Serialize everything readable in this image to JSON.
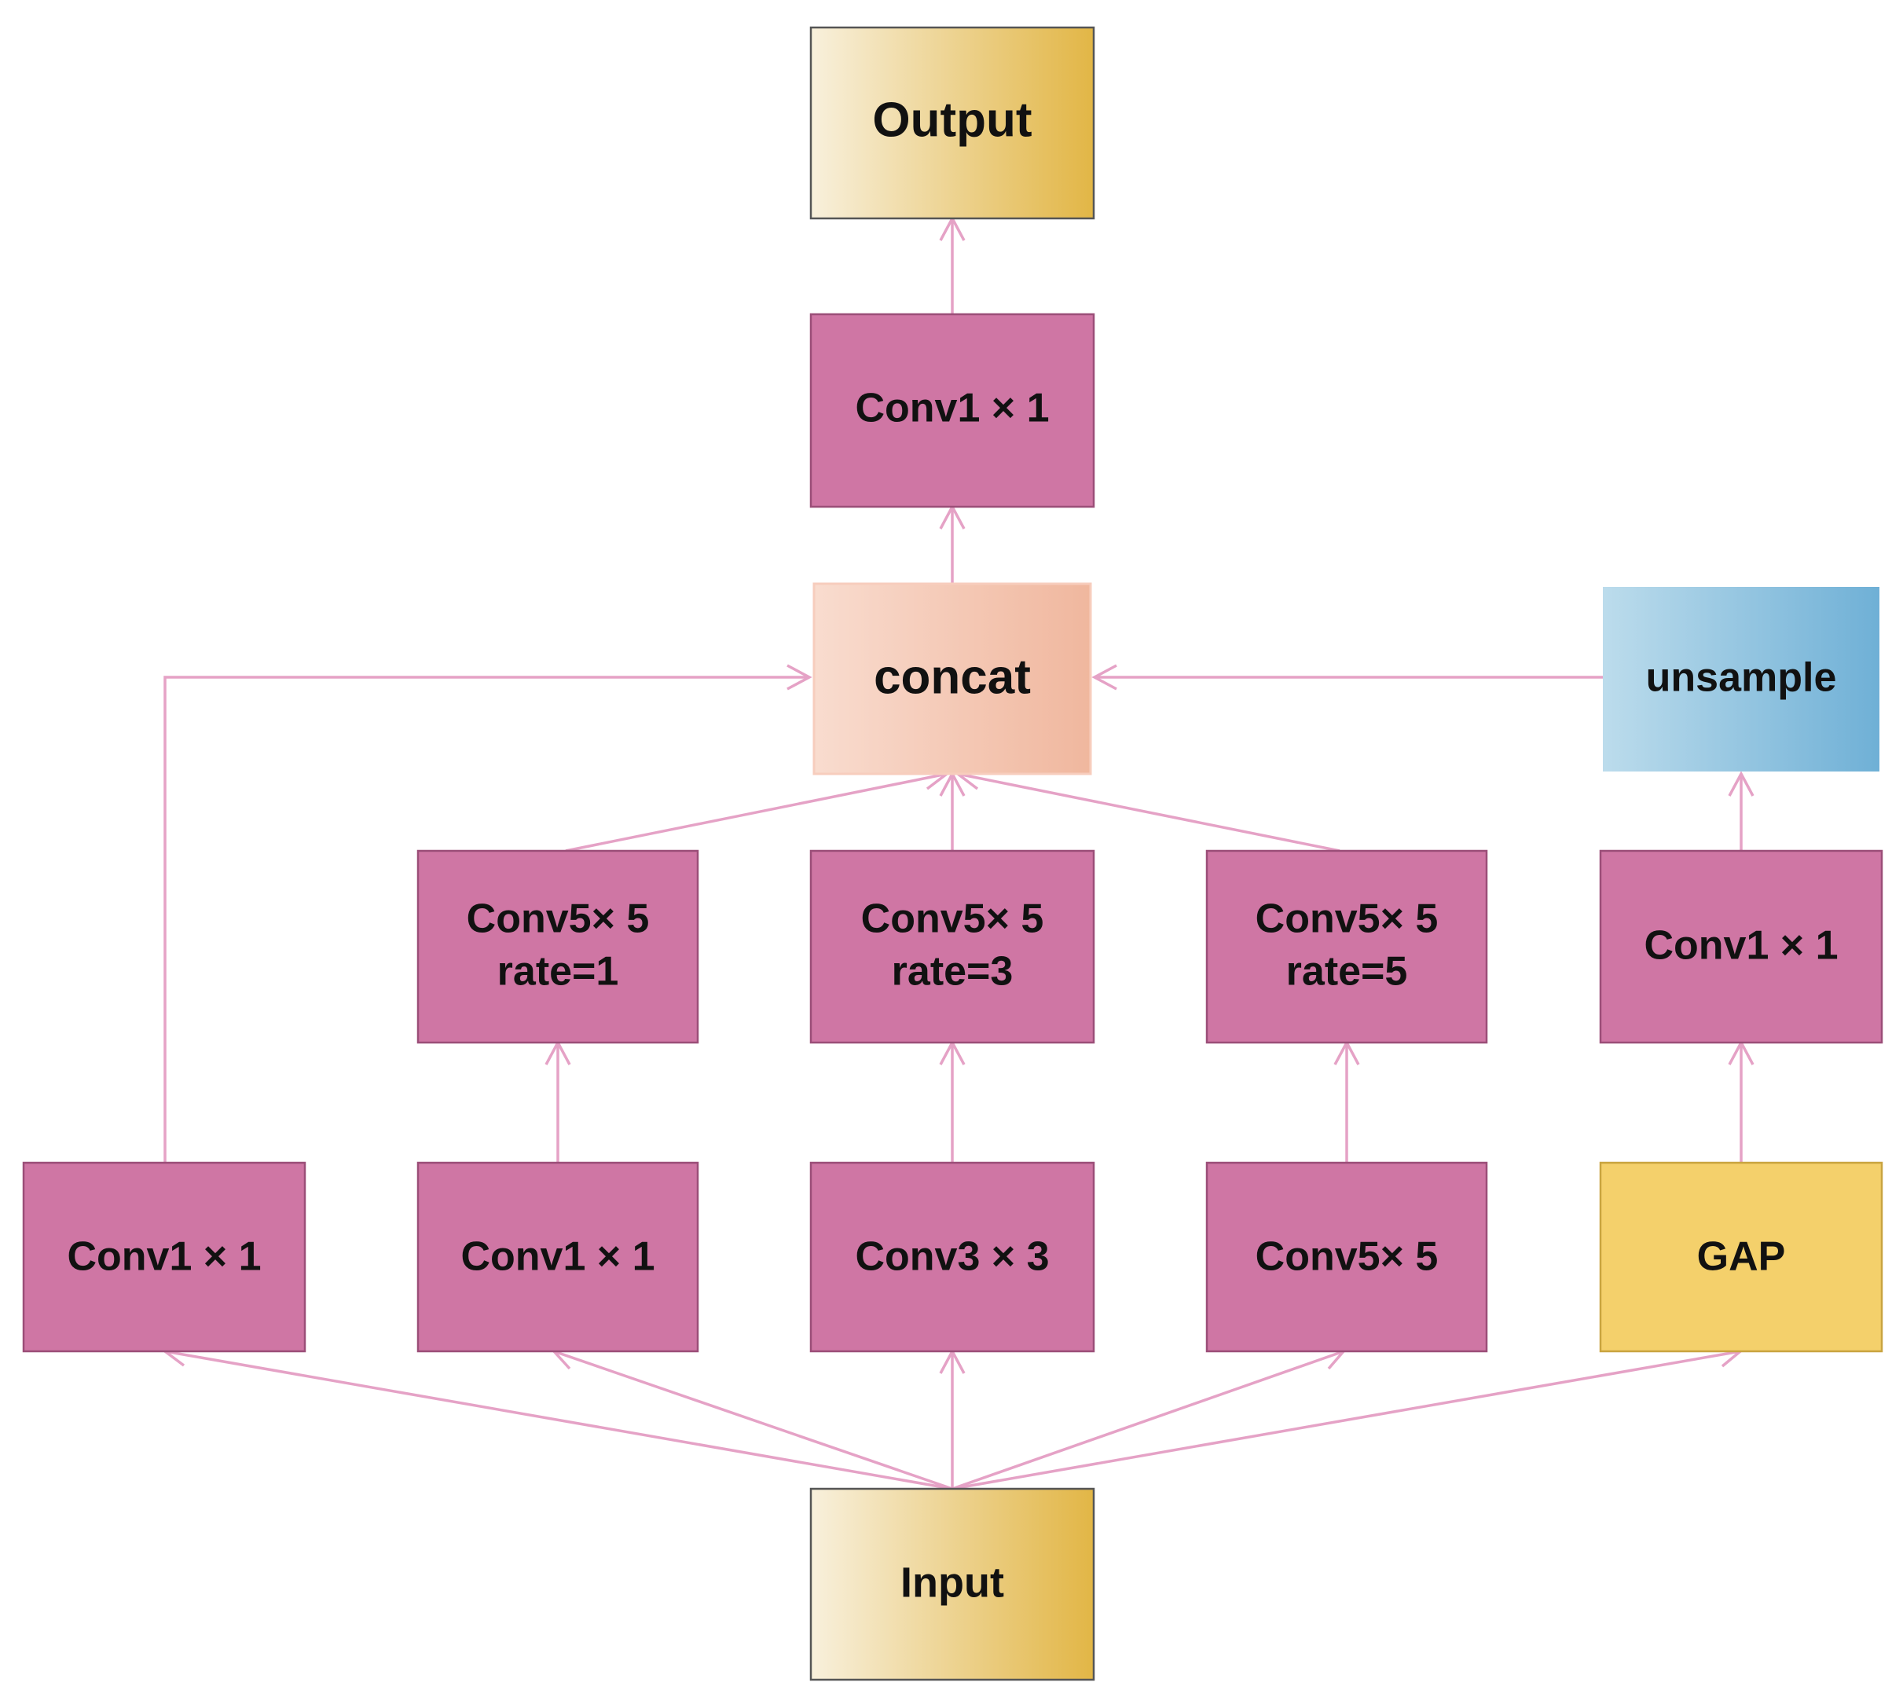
{
  "nodes": {
    "output": {
      "label": "Output"
    },
    "conv1x1_top": {
      "label": "Conv1 × 1"
    },
    "concat": {
      "label": "concat"
    },
    "unsample": {
      "label": "unsample"
    },
    "conv5x5_rate1": {
      "line1": "Conv5× 5",
      "line2": "rate=1"
    },
    "conv5x5_rate3": {
      "line1": "Conv5× 5",
      "line2": "rate=3"
    },
    "conv5x5_rate5": {
      "line1": "Conv5× 5",
      "line2": "rate=5"
    },
    "conv1x1_gap": {
      "label": "Conv1 × 1"
    },
    "conv1x1_a": {
      "label": "Conv1 × 1"
    },
    "conv1x1_b": {
      "label": "Conv1 × 1"
    },
    "conv3x3": {
      "label": "Conv3 × 3"
    },
    "conv5x5": {
      "label": "Conv5× 5"
    },
    "gap": {
      "label": "GAP"
    },
    "input": {
      "label": "Input"
    }
  },
  "colors": {
    "conv_fill": "#cf76a4",
    "conv_stroke": "#9b4e78",
    "edge": "#e5a2c6",
    "gold_light": "#f8f0dc",
    "gold_dark": "#e2b646",
    "concat_light": "#f9dccf",
    "concat_dark": "#f0b79e",
    "unsample_light": "#bcdcec",
    "unsample_dark": "#6fb0d6",
    "gap_fill": "#f4d06b"
  }
}
